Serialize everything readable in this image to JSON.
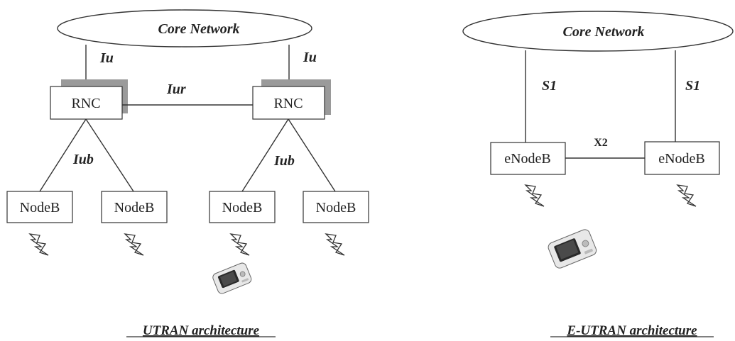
{
  "utran": {
    "core_network": "Core Network",
    "iu_left": "Iu",
    "iu_right": "Iu",
    "iur": "Iur",
    "rnc_left": "RNC",
    "rnc_right": "RNC",
    "iub_left": "Iub",
    "iub_right": "Iub",
    "nodeb_1": "NodeB",
    "nodeb_2": "NodeB",
    "nodeb_3": "NodeB",
    "nodeb_4": "NodeB",
    "caption": "UTRAN architecture"
  },
  "eutran": {
    "core_network": "Core Network",
    "s1_left": "S1",
    "s1_right": "S1",
    "x2": "X2",
    "enodeb_left": "eNodeB",
    "enodeb_right": "eNodeB",
    "caption": "E-UTRAN architecture"
  },
  "icons": {
    "antenna": "lightning-bolt-icon",
    "device": "handheld-phone-icon"
  }
}
